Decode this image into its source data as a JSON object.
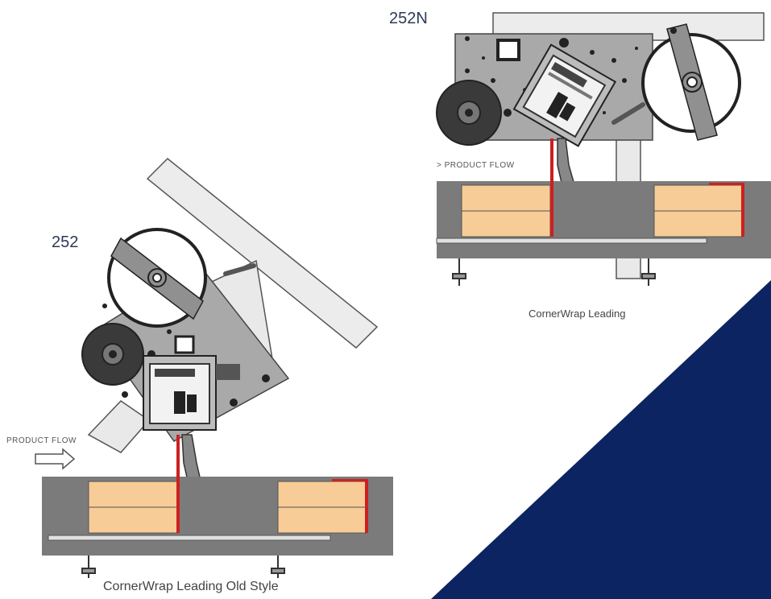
{
  "labels": {
    "model_new": "252N",
    "model_old": "252",
    "flow_new": "> PRODUCT  FLOW",
    "flow_old": "PRODUCT  FLOW",
    "caption_new": "CornerWrap Leading",
    "caption_old": "CornerWrap Leading Old Style"
  },
  "colors": {
    "accent_navy": "#0c2461",
    "machine_gray": "#a8a8a8",
    "conveyor_gray": "#7b7b7b",
    "box_tan": "#f8cc96",
    "label_red": "#cc2020",
    "arm_light": "#e8e8e8"
  }
}
